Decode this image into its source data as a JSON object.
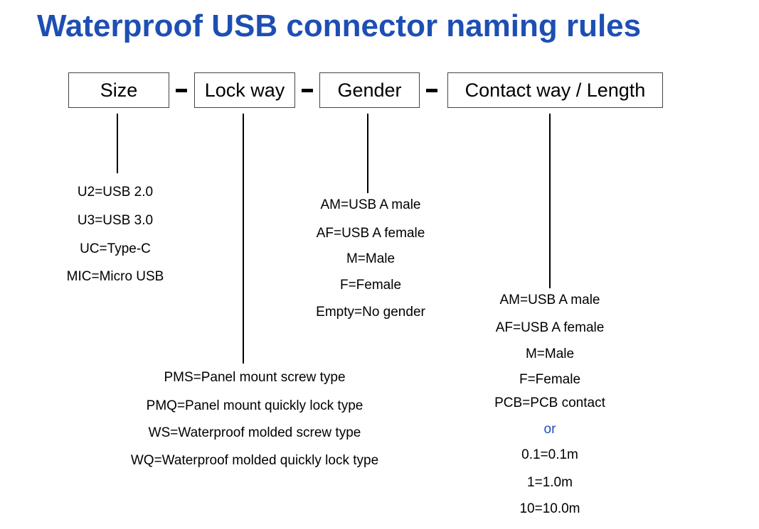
{
  "title": "Waterproof USB connector naming rules",
  "fields": {
    "size": "Size",
    "lock_way": "Lock way",
    "gender": "Gender",
    "contact_length": "Contact way / Length"
  },
  "size_options": [
    "U2=USB 2.0",
    "U3=USB 3.0",
    "UC=Type-C",
    "MIC=Micro USB"
  ],
  "lock_options": [
    "PMS=Panel mount screw type",
    "PMQ=Panel mount quickly lock type",
    "WS=Waterproof molded screw type",
    "WQ=Waterproof molded quickly lock type"
  ],
  "gender_options": [
    "AM=USB A male",
    "AF=USB A female",
    "M=Male",
    "F=Female",
    "Empty=No gender"
  ],
  "contact_options": [
    "AM=USB A male",
    "AF=USB A female",
    "M=Male",
    "F=Female",
    "PCB=PCB contact"
  ],
  "or_label": "or",
  "length_options": [
    "0.1=0.1m",
    "1=1.0m",
    "10=10.0m"
  ],
  "colors": {
    "title": "#1d4fb3",
    "or": "#1d4fb3"
  }
}
